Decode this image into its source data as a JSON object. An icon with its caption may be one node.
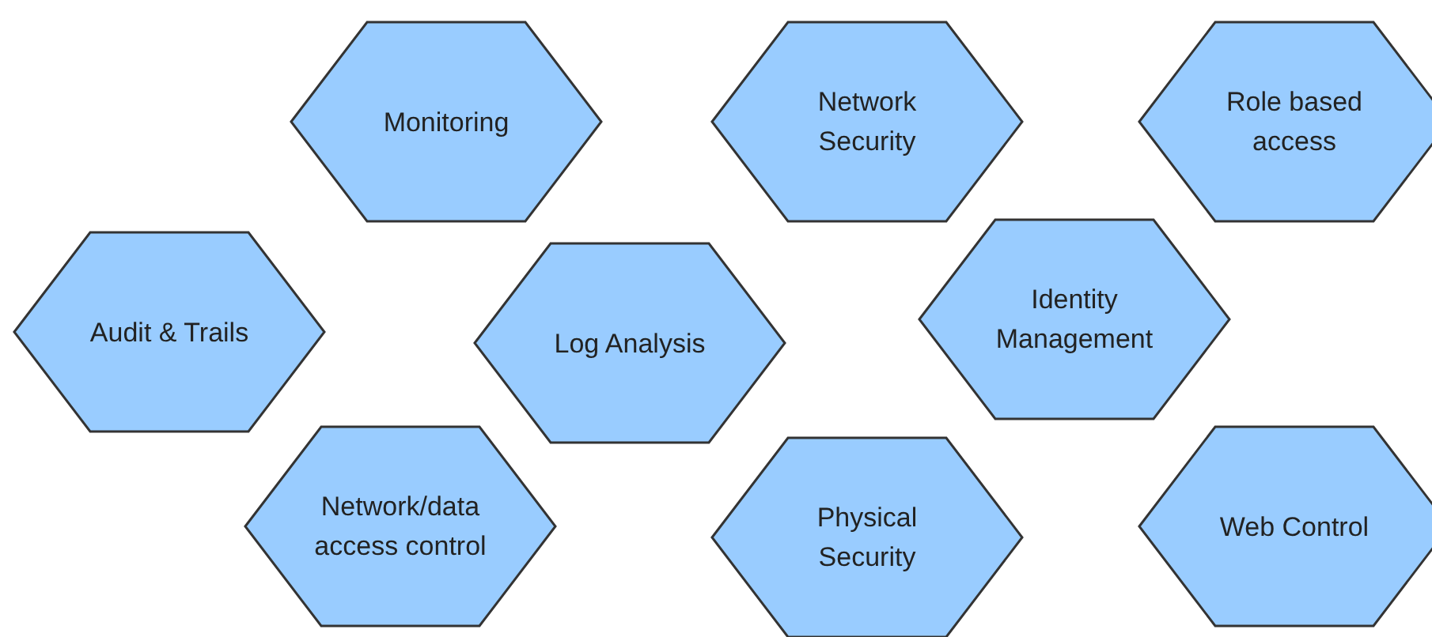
{
  "diagram": {
    "nodes": [
      {
        "text": [
          "Monitoring"
        ]
      },
      {
        "text": [
          "Network Security"
        ]
      },
      {
        "text": [
          "Role based access"
        ]
      },
      {
        "text": [
          "Identity Management"
        ]
      },
      {
        "text": [
          "Audit & Trails"
        ]
      },
      {
        "text": [
          "Log Analysis"
        ]
      },
      {
        "text": [
          "Network/data access control"
        ]
      },
      {
        "text": [
          "Physical Security"
        ]
      },
      {
        "text": [
          "Web Control"
        ]
      }
    ]
  }
}
